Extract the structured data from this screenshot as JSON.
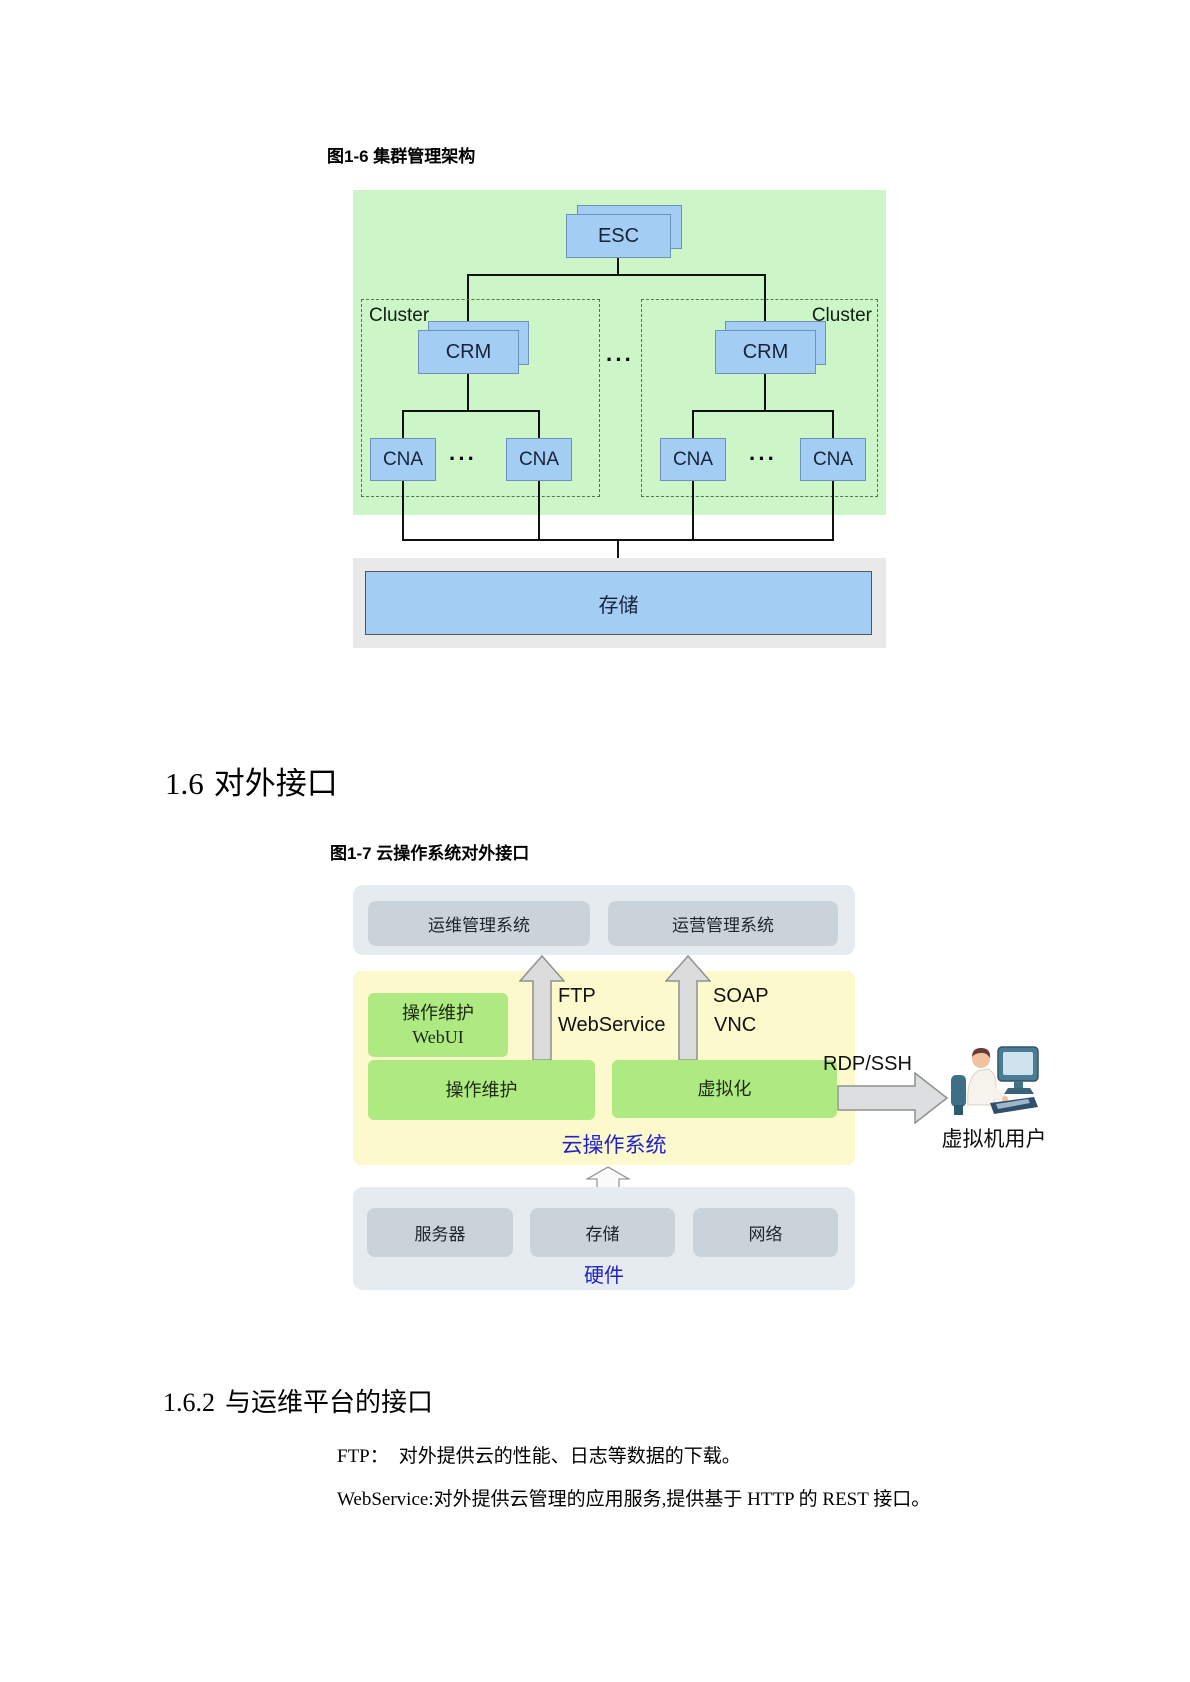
{
  "colors": {
    "fig1_bg": "#ccf5c8",
    "node_fill": "#a4cdf3",
    "node_border": "#7092b8",
    "storage_band": "#e9e9e9",
    "storage_border": "#555555",
    "cluster_dash": "#4a7a4a",
    "fig2_panel": "#e6ebef",
    "fig2_innerbox": "#cad3da",
    "fig2_yellow": "#fcfacd",
    "fig2_green": "#afe982",
    "arrow_fill": "#dcdcdc",
    "arrow_border": "#909090",
    "accent_blue_text": "#2121cc"
  },
  "fig1": {
    "caption": "图1-6  集群管理架构",
    "esc": "ESC",
    "cluster_label": "Cluster",
    "crm": "CRM",
    "cna": "CNA",
    "dots": "···",
    "storage": "存储"
  },
  "section_1_6": {
    "number": "1.6",
    "title": "对外接口"
  },
  "fig2": {
    "caption": "图1-7  云操作系统对外接口",
    "om_system": "运维管理系统",
    "operation_system": "运营管理系统",
    "webui_line1": "操作维护",
    "webui_line2": "WebUI",
    "ftp": "FTP",
    "webservice": "WebService",
    "soap": "SOAP",
    "vnc": "VNC",
    "om": "操作维护",
    "virtualization": "虚拟化",
    "cloud_os": "云操作系统",
    "rdp_ssh": "RDP/SSH",
    "vm_user": "虚拟机用户",
    "server": "服务器",
    "storage": "存储",
    "network": "网络",
    "hardware": "硬件"
  },
  "section_1_6_2": {
    "number": "1.6.2",
    "title": "与运维平台的接口"
  },
  "paragraphs": [
    {
      "lead": "FTP：",
      "text": "对外提供云的性能、日志等数据的下载。"
    },
    {
      "lead": "WebService:",
      "text": "对外提供云管理的应用服务,提供基于 HTTP 的 REST 接口。"
    }
  ]
}
